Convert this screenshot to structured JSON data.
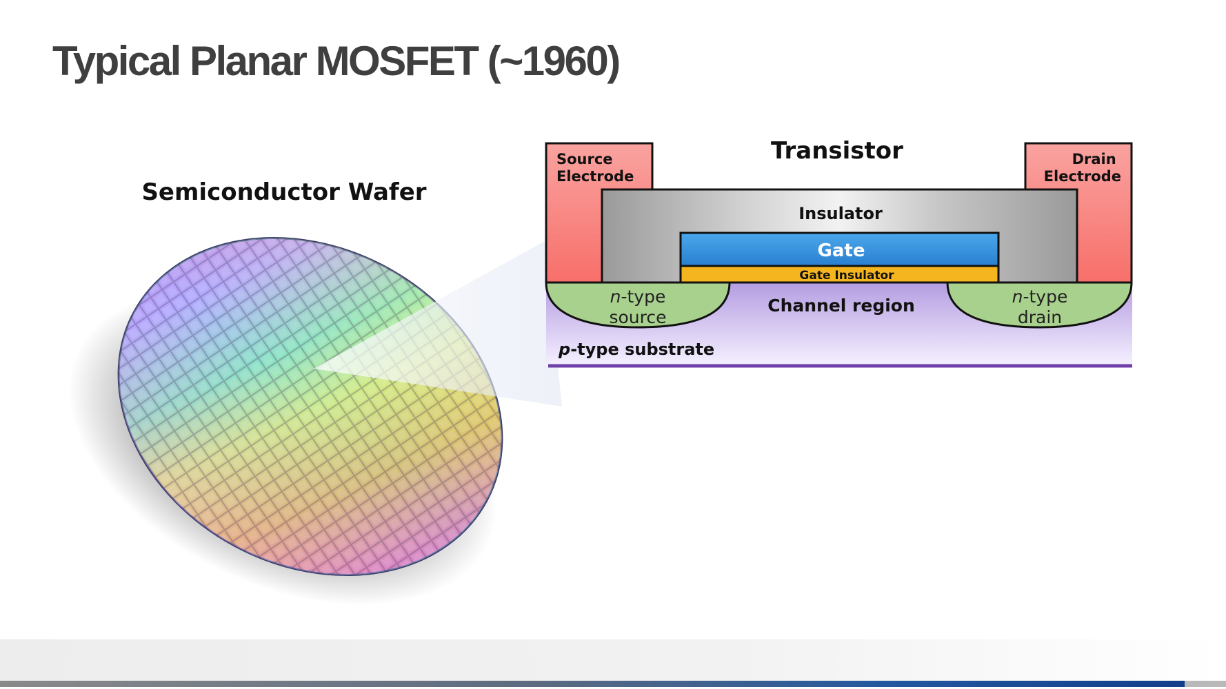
{
  "slide": {
    "title": "Typical Planar MOSFET (~1960)"
  },
  "wafer": {
    "label": "Semiconductor Wafer"
  },
  "transistor": {
    "title": "Transistor",
    "source_electrode": [
      "Source",
      "Electrode"
    ],
    "drain_electrode": [
      "Drain",
      "Electrode"
    ],
    "insulator": "Insulator",
    "gate": "Gate",
    "gate_insulator": "Gate Insulator",
    "source_region": {
      "italic": "n",
      "rest": "-type",
      "line2": "source"
    },
    "drain_region": {
      "italic": "n",
      "rest": "-type",
      "line2": "drain"
    },
    "channel": "Channel region",
    "substrate": {
      "italic": "p",
      "rest": "-type substrate"
    },
    "colors": {
      "electrode": "#f88a84",
      "insulator": "#b9b9b9",
      "gate": "#3b97e0",
      "gate_insulator": "#f5b51e",
      "n_type": "#a9d18e",
      "substrate": "#b9a3e3",
      "substrate_line": "#7040a8"
    }
  }
}
